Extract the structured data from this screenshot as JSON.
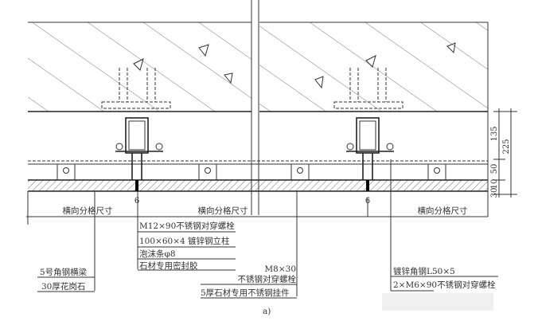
{
  "drawing": {
    "caption": "a)",
    "grid_label": "横向分格尺寸",
    "gap_dim": "6",
    "dimensions": {
      "d135": "135",
      "d225": "225",
      "d50": "50",
      "d10": "10",
      "d30": "30"
    },
    "labels": {
      "bolt_m12": "M12×90不锈钢对穿螺栓",
      "column": "100×60×4 镀锌钢立柱",
      "foam": "泡沫条φ8",
      "sealant": "石材专用密封胶",
      "beam": "5号角钢横梁",
      "granite": "30厚花岗石",
      "bolt_m8_size": "M8×30",
      "bolt_m8": "不锈钢对穿螺栓",
      "hanger": "5厚石材专用不锈钢挂件",
      "angle": "镀锌角钢L50×5",
      "bolt_m6": "2×M6×90不锈钢对穿螺栓"
    }
  }
}
